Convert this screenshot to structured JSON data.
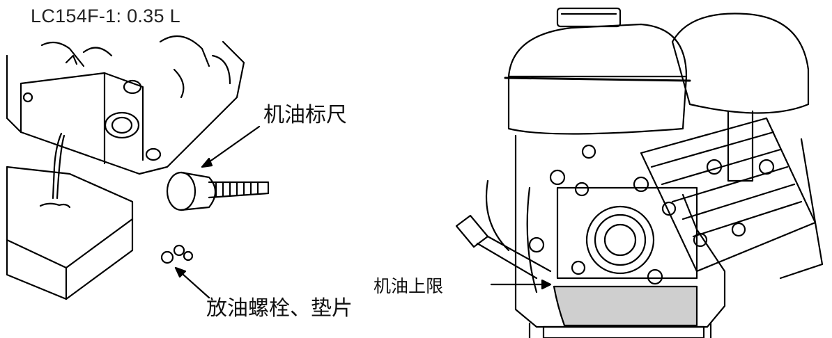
{
  "title": "LC154F-1: 0.35 L",
  "left_figure": {
    "dipstick_label": "机油标尺",
    "drain_label": "放油螺栓、垫片"
  },
  "right_figure": {
    "oil_upper_limit_label": "机油上限"
  }
}
